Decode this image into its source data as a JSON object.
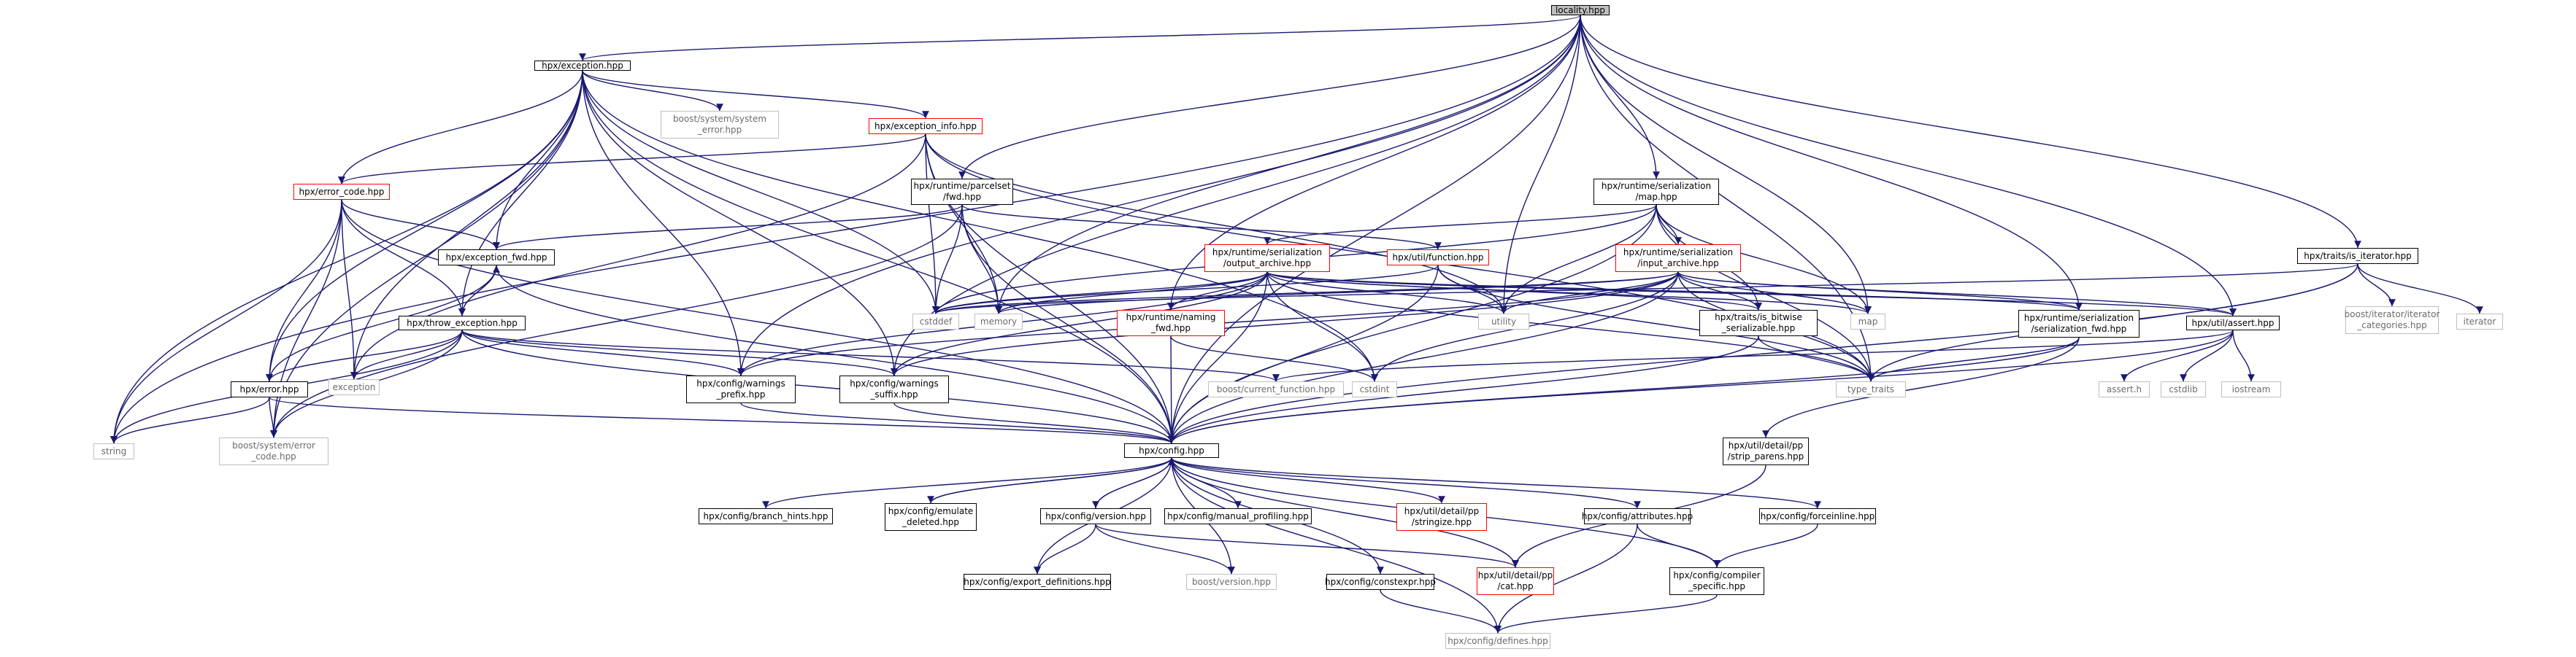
{
  "diagram": {
    "colors": {
      "edge": "#191970",
      "box_border": "#000000",
      "red_border": "#ff0000",
      "sys_border": "#bfbfbf",
      "sys_text": "#6b6b6b",
      "root_fill": "#bfbfbf"
    },
    "nodes": [
      {
        "id": "locality",
        "label": "locality.hpp",
        "style": "root"
      },
      {
        "id": "exception",
        "label": "hpx/exception.hpp",
        "style": "normal"
      },
      {
        "id": "exception_info",
        "label": "hpx/exception_info.hpp",
        "style": "red"
      },
      {
        "id": "boost_system_error",
        "label": "boost/system/system\n_error.hpp",
        "style": "sys"
      },
      {
        "id": "error_code",
        "label": "hpx/error_code.hpp",
        "style": "red"
      },
      {
        "id": "parcelset_fwd",
        "label": "hpx/runtime/parcelset\n/fwd.hpp",
        "style": "normal"
      },
      {
        "id": "serialization_map",
        "label": "hpx/runtime/serialization\n/map.hpp",
        "style": "normal"
      },
      {
        "id": "is_iterator",
        "label": "hpx/traits/is_iterator.hpp",
        "style": "normal"
      },
      {
        "id": "exception_fwd",
        "label": "hpx/exception_fwd.hpp",
        "style": "normal"
      },
      {
        "id": "output_archive",
        "label": "hpx/runtime/serialization\n/output_archive.hpp",
        "style": "red"
      },
      {
        "id": "util_function",
        "label": "hpx/util/function.hpp",
        "style": "red"
      },
      {
        "id": "input_archive",
        "label": "hpx/runtime/serialization\n/input_archive.hpp",
        "style": "red"
      },
      {
        "id": "throw_exception",
        "label": "hpx/throw_exception.hpp",
        "style": "normal"
      },
      {
        "id": "cstddef",
        "label": "cstddef",
        "style": "sys"
      },
      {
        "id": "memory",
        "label": "memory",
        "style": "sys"
      },
      {
        "id": "naming_fwd",
        "label": "hpx/runtime/naming\n_fwd.hpp",
        "style": "red"
      },
      {
        "id": "utility",
        "label": "utility",
        "style": "sys"
      },
      {
        "id": "is_bitwise",
        "label": "hpx/traits/is_bitwise\n_serializable.hpp",
        "style": "normal"
      },
      {
        "id": "map",
        "label": "map",
        "style": "sys"
      },
      {
        "id": "serialization_fwd",
        "label": "hpx/runtime/serialization\n/serialization_fwd.hpp",
        "style": "normal"
      },
      {
        "id": "util_assert",
        "label": "hpx/util/assert.hpp",
        "style": "normal"
      },
      {
        "id": "boost_iterator_categories",
        "label": "boost/iterator/iterator\n_categories.hpp",
        "style": "sys"
      },
      {
        "id": "iterator",
        "label": "iterator",
        "style": "sys"
      },
      {
        "id": "error",
        "label": "hpx/error.hpp",
        "style": "normal"
      },
      {
        "id": "exception_std",
        "label": "exception",
        "style": "sys"
      },
      {
        "id": "warnings_prefix",
        "label": "hpx/config/warnings\n_prefix.hpp",
        "style": "normal"
      },
      {
        "id": "warnings_suffix",
        "label": "hpx/config/warnings\n_suffix.hpp",
        "style": "normal"
      },
      {
        "id": "boost_current_function",
        "label": "boost/current_function.hpp",
        "style": "sys"
      },
      {
        "id": "cstdint",
        "label": "cstdint",
        "style": "sys"
      },
      {
        "id": "type_traits",
        "label": "type_traits",
        "style": "sys"
      },
      {
        "id": "assert_h",
        "label": "assert.h",
        "style": "sys"
      },
      {
        "id": "cstdlib",
        "label": "cstdlib",
        "style": "sys"
      },
      {
        "id": "iostream",
        "label": "iostream",
        "style": "sys"
      },
      {
        "id": "string",
        "label": "string",
        "style": "sys"
      },
      {
        "id": "boost_error_code",
        "label": "boost/system/error\n_code.hpp",
        "style": "sys"
      },
      {
        "id": "config",
        "label": "hpx/config.hpp",
        "style": "normal"
      },
      {
        "id": "strip_parens",
        "label": "hpx/util/detail/pp\n/strip_parens.hpp",
        "style": "normal"
      },
      {
        "id": "branch_hints",
        "label": "hpx/config/branch_hints.hpp",
        "style": "normal"
      },
      {
        "id": "emulate_deleted",
        "label": "hpx/config/emulate\n_deleted.hpp",
        "style": "normal"
      },
      {
        "id": "version",
        "label": "hpx/config/version.hpp",
        "style": "normal"
      },
      {
        "id": "manual_profiling",
        "label": "hpx/config/manual_profiling.hpp",
        "style": "normal"
      },
      {
        "id": "stringize",
        "label": "hpx/util/detail/pp\n/stringize.hpp",
        "style": "red"
      },
      {
        "id": "attributes",
        "label": "hpx/config/attributes.hpp",
        "style": "normal"
      },
      {
        "id": "forceinline",
        "label": "hpx/config/forceinline.hpp",
        "style": "normal"
      },
      {
        "id": "export_definitions",
        "label": "hpx/config/export_definitions.hpp",
        "style": "normal"
      },
      {
        "id": "boost_version",
        "label": "boost/version.hpp",
        "style": "sys"
      },
      {
        "id": "pp_cat",
        "label": "hpx/util/detail/pp\n/cat.hpp",
        "style": "red"
      },
      {
        "id": "constexpr",
        "label": "hpx/config/constexpr.hpp",
        "style": "normal"
      },
      {
        "id": "compiler_specific",
        "label": "hpx/config/compiler\n_specific.hpp",
        "style": "normal"
      },
      {
        "id": "defines",
        "label": "hpx/config/defines.hpp",
        "style": "sys"
      }
    ],
    "edges": [
      [
        "locality",
        "exception"
      ],
      [
        "locality",
        "string"
      ],
      [
        "locality",
        "parcelset_fwd"
      ],
      [
        "locality",
        "naming_fwd"
      ],
      [
        "locality",
        "serialization_map"
      ],
      [
        "locality",
        "warnings_prefix"
      ],
      [
        "locality",
        "warnings_suffix"
      ],
      [
        "locality",
        "memory"
      ],
      [
        "locality",
        "utility"
      ],
      [
        "locality",
        "map"
      ],
      [
        "locality",
        "type_traits"
      ],
      [
        "locality",
        "serialization_fwd"
      ],
      [
        "locality",
        "util_assert"
      ],
      [
        "locality",
        "is_iterator"
      ],
      [
        "locality",
        "config"
      ],
      [
        "exception",
        "exception_info"
      ],
      [
        "exception",
        "boost_system_error"
      ],
      [
        "exception",
        "error_code"
      ],
      [
        "exception",
        "exception_fwd"
      ],
      [
        "exception",
        "throw_exception"
      ],
      [
        "exception",
        "error"
      ],
      [
        "exception",
        "exception_std"
      ],
      [
        "exception",
        "warnings_prefix"
      ],
      [
        "exception",
        "warnings_suffix"
      ],
      [
        "exception",
        "cstddef"
      ],
      [
        "exception",
        "cstdint"
      ],
      [
        "exception",
        "string"
      ],
      [
        "exception",
        "boost_error_code"
      ],
      [
        "exception",
        "config"
      ],
      [
        "exception_info",
        "error_code"
      ],
      [
        "exception_info",
        "exception_std"
      ],
      [
        "exception_info",
        "memory"
      ],
      [
        "exception_info",
        "cstddef"
      ],
      [
        "exception_info",
        "utility"
      ],
      [
        "exception_info",
        "type_traits"
      ],
      [
        "exception_info",
        "config"
      ],
      [
        "error_code",
        "exception_fwd"
      ],
      [
        "error_code",
        "throw_exception"
      ],
      [
        "error_code",
        "error"
      ],
      [
        "error_code",
        "exception_std"
      ],
      [
        "error_code",
        "string"
      ],
      [
        "error_code",
        "boost_error_code"
      ],
      [
        "error_code",
        "config"
      ],
      [
        "parcelset_fwd",
        "exception_fwd"
      ],
      [
        "parcelset_fwd",
        "util_function"
      ],
      [
        "parcelset_fwd",
        "cstddef"
      ],
      [
        "parcelset_fwd",
        "memory"
      ],
      [
        "parcelset_fwd",
        "boost_error_code"
      ],
      [
        "parcelset_fwd",
        "config"
      ],
      [
        "exception_fwd",
        "error"
      ],
      [
        "exception_fwd",
        "throw_exception"
      ],
      [
        "exception_fwd",
        "config"
      ],
      [
        "throw_exception",
        "exception_fwd"
      ],
      [
        "throw_exception",
        "error"
      ],
      [
        "throw_exception",
        "exception_std"
      ],
      [
        "throw_exception",
        "string"
      ],
      [
        "throw_exception",
        "boost_error_code"
      ],
      [
        "throw_exception",
        "warnings_prefix"
      ],
      [
        "throw_exception",
        "warnings_suffix"
      ],
      [
        "throw_exception",
        "boost_current_function"
      ],
      [
        "throw_exception",
        "config"
      ],
      [
        "error",
        "string"
      ],
      [
        "error",
        "boost_error_code"
      ],
      [
        "error",
        "config"
      ],
      [
        "serialization_map",
        "output_archive"
      ],
      [
        "serialization_map",
        "input_archive"
      ],
      [
        "serialization_map",
        "is_bitwise"
      ],
      [
        "serialization_map",
        "map"
      ],
      [
        "serialization_map",
        "utility"
      ],
      [
        "serialization_map",
        "type_traits"
      ],
      [
        "serialization_map",
        "cstddef"
      ],
      [
        "serialization_map",
        "config"
      ],
      [
        "output_archive",
        "cstddef"
      ],
      [
        "output_archive",
        "memory"
      ],
      [
        "output_archive",
        "naming_fwd"
      ],
      [
        "output_archive",
        "utility"
      ],
      [
        "output_archive",
        "is_bitwise"
      ],
      [
        "output_archive",
        "serialization_fwd"
      ],
      [
        "output_archive",
        "util_assert"
      ],
      [
        "output_archive",
        "warnings_prefix"
      ],
      [
        "output_archive",
        "warnings_suffix"
      ],
      [
        "output_archive",
        "cstdint"
      ],
      [
        "output_archive",
        "type_traits"
      ],
      [
        "output_archive",
        "map"
      ],
      [
        "output_archive",
        "config"
      ],
      [
        "input_archive",
        "cstddef"
      ],
      [
        "input_archive",
        "memory"
      ],
      [
        "input_archive",
        "utility"
      ],
      [
        "input_archive",
        "is_bitwise"
      ],
      [
        "input_archive",
        "map"
      ],
      [
        "input_archive",
        "serialization_fwd"
      ],
      [
        "input_archive",
        "util_assert"
      ],
      [
        "input_archive",
        "warnings_prefix"
      ],
      [
        "input_archive",
        "warnings_suffix"
      ],
      [
        "input_archive",
        "cstdint"
      ],
      [
        "input_archive",
        "type_traits"
      ],
      [
        "input_archive",
        "config"
      ],
      [
        "util_function",
        "utility"
      ],
      [
        "util_function",
        "type_traits"
      ],
      [
        "util_function",
        "cstddef"
      ],
      [
        "util_function",
        "config"
      ],
      [
        "naming_fwd",
        "cstdint"
      ],
      [
        "naming_fwd",
        "config"
      ],
      [
        "is_bitwise",
        "type_traits"
      ],
      [
        "is_bitwise",
        "config"
      ],
      [
        "serialization_fwd",
        "type_traits"
      ],
      [
        "serialization_fwd",
        "strip_parens"
      ],
      [
        "serialization_fwd",
        "config"
      ],
      [
        "util_assert",
        "assert_h"
      ],
      [
        "util_assert",
        "cstdlib"
      ],
      [
        "util_assert",
        "iostream"
      ],
      [
        "util_assert",
        "boost_current_function"
      ],
      [
        "util_assert",
        "config"
      ],
      [
        "is_iterator",
        "boost_iterator_categories"
      ],
      [
        "is_iterator",
        "iterator"
      ],
      [
        "is_iterator",
        "type_traits"
      ],
      [
        "is_iterator",
        "cstddef"
      ],
      [
        "is_iterator",
        "config"
      ],
      [
        "warnings_prefix",
        "config"
      ],
      [
        "warnings_suffix",
        "config"
      ],
      [
        "strip_parens",
        "pp_cat"
      ],
      [
        "config",
        "branch_hints"
      ],
      [
        "config",
        "emulate_deleted"
      ],
      [
        "config",
        "version"
      ],
      [
        "config",
        "manual_profiling"
      ],
      [
        "config",
        "stringize"
      ],
      [
        "config",
        "attributes"
      ],
      [
        "config",
        "forceinline"
      ],
      [
        "config",
        "export_definitions"
      ],
      [
        "config",
        "boost_version"
      ],
      [
        "config",
        "pp_cat"
      ],
      [
        "config",
        "constexpr"
      ],
      [
        "config",
        "compiler_specific"
      ],
      [
        "config",
        "defines"
      ],
      [
        "emulate_deleted",
        "config"
      ],
      [
        "version",
        "config"
      ],
      [
        "version",
        "export_definitions"
      ],
      [
        "version",
        "boost_version"
      ],
      [
        "version",
        "pp_cat"
      ],
      [
        "attributes",
        "compiler_specific"
      ],
      [
        "attributes",
        "defines"
      ],
      [
        "forceinline",
        "compiler_specific"
      ],
      [
        "constexpr",
        "defines"
      ],
      [
        "compiler_specific",
        "defines"
      ]
    ]
  }
}
